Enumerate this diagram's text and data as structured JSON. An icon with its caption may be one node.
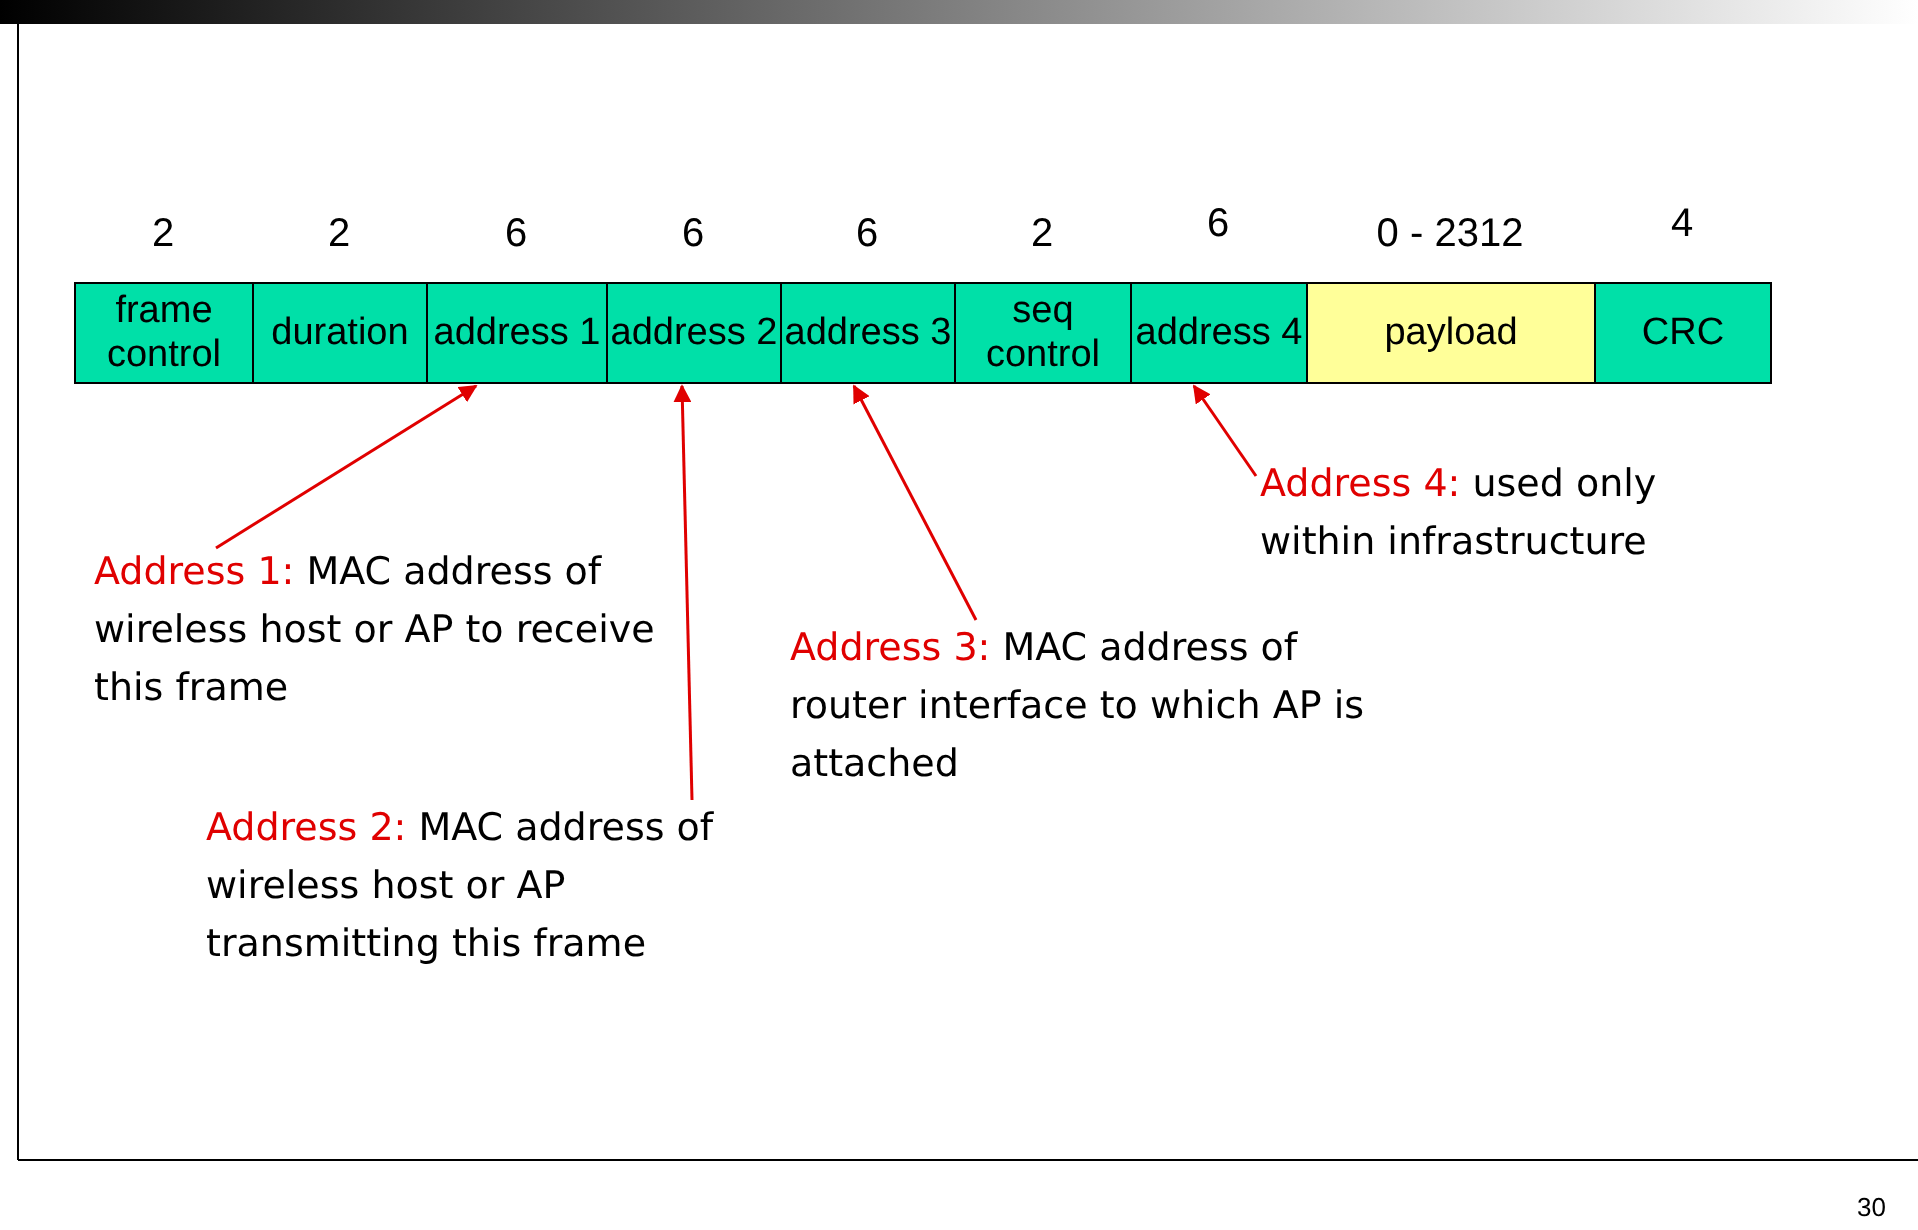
{
  "diagram": {
    "nodes": [
      {
        "text": [
          "frame control"
        ],
        "beside": [
          "2"
        ]
      },
      {
        "text": [
          "duration"
        ],
        "beside": [
          "2"
        ]
      },
      {
        "text": [
          "address 1"
        ],
        "beside": [
          "6"
        ]
      },
      {
        "text": [
          "address 2"
        ],
        "beside": [
          "6"
        ]
      },
      {
        "text": [
          "address 3"
        ],
        "beside": [
          "6"
        ]
      },
      {
        "text": [
          "seq control"
        ],
        "beside": [
          "2"
        ]
      },
      {
        "text": [
          "address 4"
        ],
        "beside": [
          "6"
        ]
      },
      {
        "text": [
          "payload"
        ],
        "beside": [
          "0 - 2312"
        ]
      },
      {
        "text": [
          "CRC"
        ],
        "beside": [
          "4"
        ]
      },
      {
        "text": [
          "Address 4:",
          "used only within infrastructure"
        ]
      },
      {
        "text": [
          "Address 1:",
          "MAC address of wireless host or AP to receive this frame"
        ]
      },
      {
        "text": [
          "Address 3:",
          "MAC address of router interface to which AP is attached"
        ]
      },
      {
        "text": [
          "Address 2:",
          "MAC address of wireless host or AP transmitting this frame"
        ]
      }
    ],
    "edges": [
      {
        "from": 9,
        "to": 6,
        "arrow": "to"
      },
      {
        "from": 10,
        "to": 2,
        "arrow": "to"
      },
      {
        "from": 11,
        "to": 4,
        "arrow": "to"
      },
      {
        "from": 12,
        "to": 3,
        "arrow": "to"
      }
    ],
    "labels": [
      "30"
    ]
  }
}
